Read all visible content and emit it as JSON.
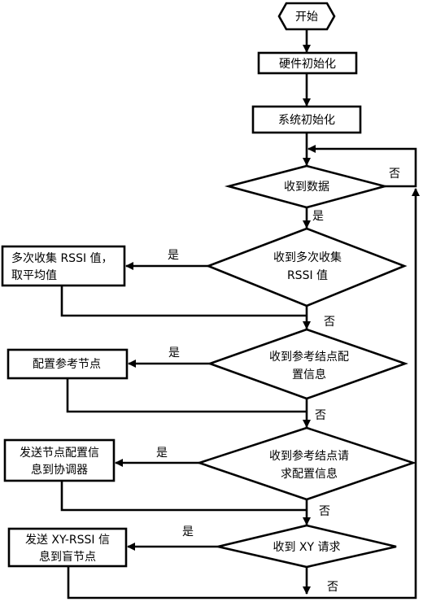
{
  "nodes": {
    "start": "开始",
    "hw_init": "硬件初始化",
    "sys_init": "系统初始化",
    "d1": "收到数据",
    "d2": [
      "收到多次收集",
      "RSSI 值"
    ],
    "p2": [
      "多次收集 RSSI 值，",
      "取平均值"
    ],
    "d3": [
      "收到参考结点配",
      "置信息"
    ],
    "p3": "配置参考节点",
    "d4": [
      "收到参考结点请",
      "求配置信息"
    ],
    "p4": [
      "发送节点配置信",
      "息到协调器"
    ],
    "d5": "收到 XY 请求",
    "p5": [
      "发送 XY-RSSI 信",
      "息到盲节点"
    ]
  },
  "edge_labels": {
    "d1_no": "否",
    "d1_yes": "是",
    "d2_yes": "是",
    "d2_no": "否",
    "d3_yes": "是",
    "d3_no": "否",
    "d4_yes": "是",
    "d4_no": "否",
    "d5_yes": "是",
    "d5_no": "否"
  }
}
